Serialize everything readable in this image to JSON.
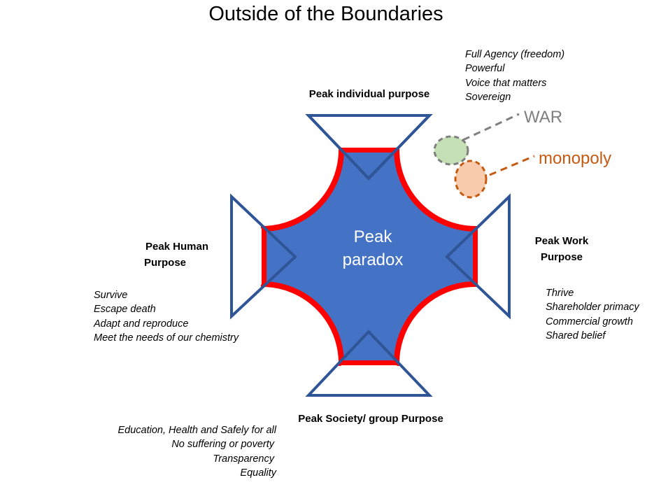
{
  "title": "Outside of the Boundaries",
  "center": {
    "line1": "Peak",
    "line2": "paradox"
  },
  "peaks": {
    "individual": {
      "label": "Peak individual purpose"
    },
    "human": {
      "label_line1": "Peak Human",
      "label_line2": "Purpose"
    },
    "work": {
      "label_line1": "Peak Work",
      "label_line2": "Purpose"
    },
    "society": {
      "label": "Peak Society/ group Purpose"
    }
  },
  "lists": {
    "individual": [
      "Full Agency (freedom)",
      "Powerful",
      "Voice that matters",
      "Sovereign"
    ],
    "human": [
      "Survive",
      "Escape death",
      "Adapt and reproduce",
      "Meet the needs of our chemistry"
    ],
    "work": [
      "Thrive",
      "Shareholder primacy",
      "Commercial growth",
      "Shared belief"
    ],
    "society": [
      "Education, Health and Safely for all",
      "No suffering or poverty ",
      "Transparency ",
      "Equality"
    ]
  },
  "outliers": {
    "war": {
      "label": "WAR",
      "fill": "#c5e0b4",
      "stroke": "#7f7f7f",
      "text_color": "#7f7f7f"
    },
    "monopoly": {
      "label": "monopoly",
      "fill": "#f8cbad",
      "stroke": "#c55a11",
      "text_color": "#c55a11"
    }
  },
  "colors": {
    "shape_fill": "#4472c4",
    "boundary": "#ff0000",
    "triangle_stroke": "#2f5597"
  }
}
